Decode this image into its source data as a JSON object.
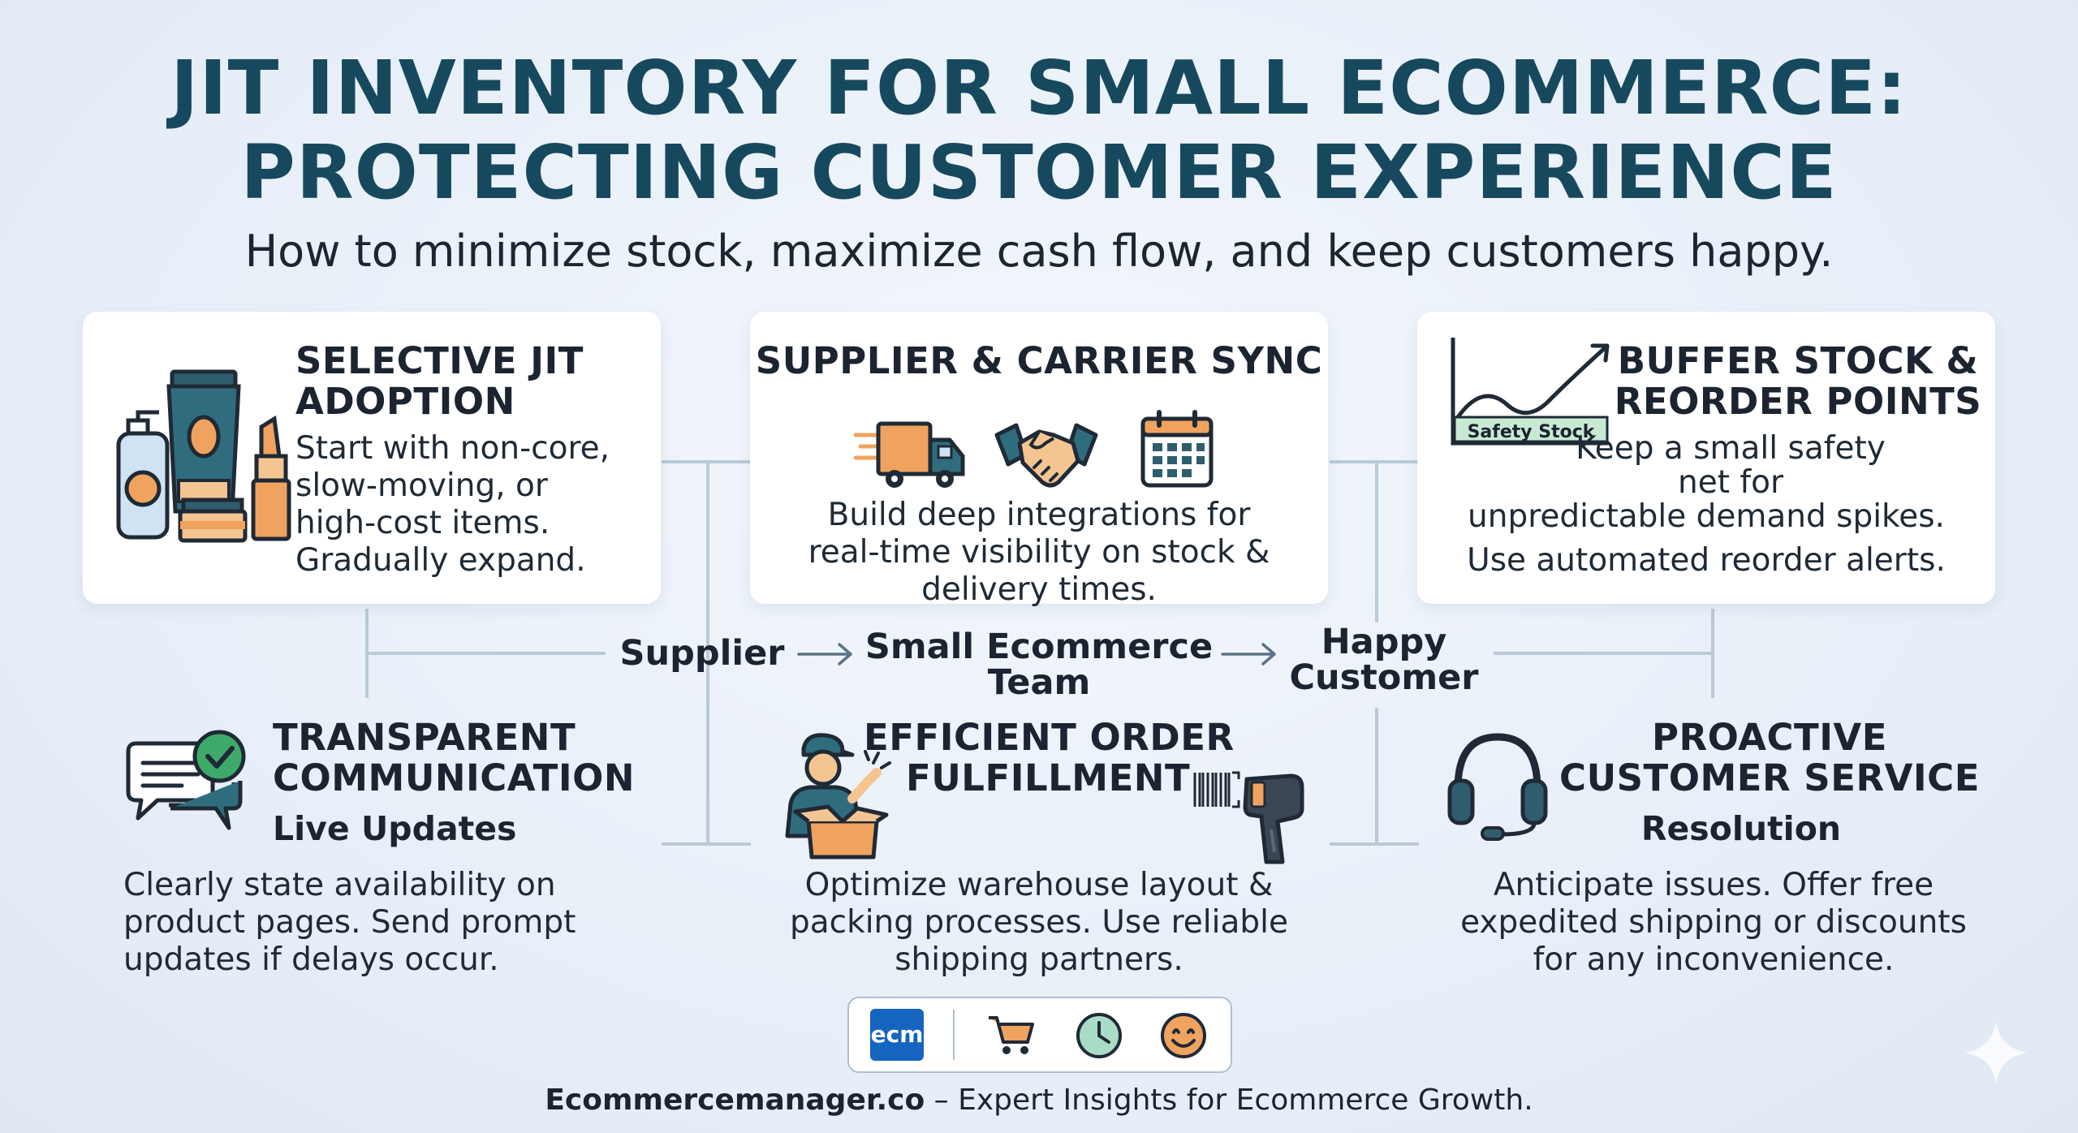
{
  "header": {
    "title_line1": "JIT INVENTORY FOR SMALL ECOMMERCE:",
    "title_line2": "PROTECTING CUSTOMER EXPERIENCE",
    "subtitle": "How to minimize stock, maximize cash flow, and keep customers happy."
  },
  "cards": {
    "selective": {
      "title_line1": "SELECTIVE JIT",
      "title_line2": "ADOPTION",
      "body_lines": [
        "Start with non-core,",
        "slow-moving, or",
        "high-cost items.",
        "Gradually expand."
      ]
    },
    "sync": {
      "title": "SUPPLIER & CARRIER SYNC",
      "body_lines": [
        "Build deep integrations for",
        "real-time visibility on stock &",
        "delivery times."
      ]
    },
    "buffer": {
      "title_line1": "BUFFER STOCK &",
      "title_line2": "REORDER POINTS",
      "chart_label": "Safety Stock",
      "body_lines": [
        "Keep a small safety",
        "net for",
        "unpredictable demand spikes.",
        "Use automated reorder alerts."
      ]
    },
    "communication": {
      "title_line1": "TRANSPARENT",
      "title_line2": "COMMUNICATION",
      "tag": "Live Updates",
      "body_lines": [
        "Clearly state availability on",
        "product pages. Send prompt",
        "updates if delays occur."
      ]
    },
    "fulfillment": {
      "title_line1": "EFFICIENT ORDER",
      "title_line2": "FULFILLMENT",
      "body_lines": [
        "Optimize warehouse layout &",
        "packing processes. Use reliable",
        "shipping partners."
      ]
    },
    "service": {
      "title_line1": "PROACTIVE",
      "title_line2": "CUSTOMER SERVICE",
      "tag": "Resolution",
      "body_lines": [
        "Anticipate issues. Offer free",
        "expedited shipping or discounts",
        "for any inconvenience."
      ]
    }
  },
  "flow": {
    "supplier": "Supplier",
    "team_line1": "Small Ecommerce",
    "team_line2": "Team",
    "customer_line1": "Happy",
    "customer_line2": "Customer"
  },
  "footer": {
    "logo_text": "ecm",
    "brand": "Ecommercemanager.co",
    "tagline": " – Expert Insights for Ecommerce Growth."
  },
  "colors": {
    "title": "#17495e",
    "accent_orange": "#f0a35e",
    "accent_teal": "#2f6d7e",
    "accent_green": "#3daa6a",
    "logo_blue": "#1565c0"
  }
}
